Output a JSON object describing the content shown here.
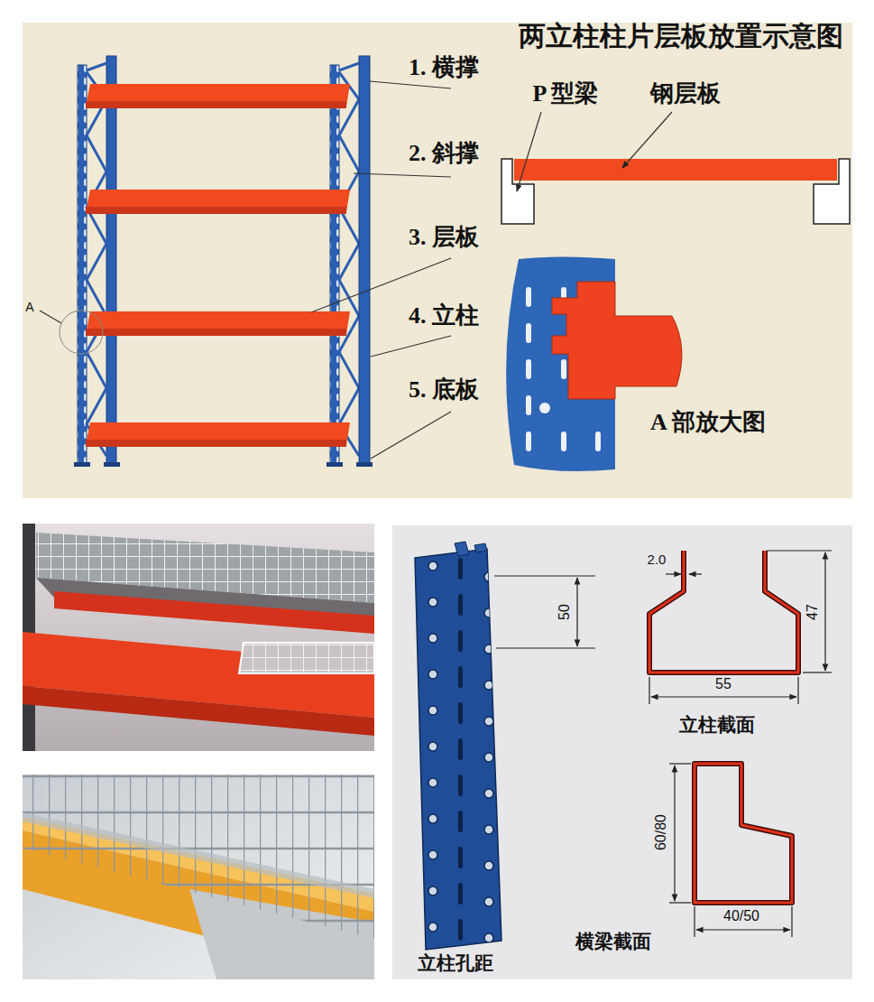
{
  "diagram": {
    "title": "两立柱柱片层板放置示意图",
    "labels": [
      "1. 横撑",
      "P 型梁",
      "钢层板",
      "2. 斜撑",
      "3. 层板",
      "A",
      "4. 立柱",
      "A 部放大图",
      "5. 底板",
      "50",
      "2.0",
      "47",
      "55",
      "立柱截面",
      "60/80",
      "横梁截面",
      "40/50",
      "立柱孔距"
    ]
  }
}
